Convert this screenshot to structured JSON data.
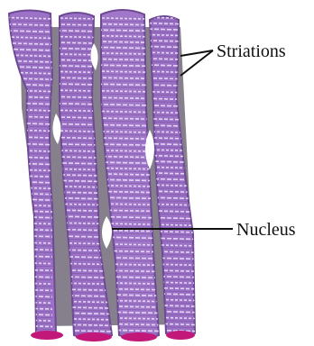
{
  "figure": {
    "subject": "striated muscle fibres",
    "labels": {
      "striations": "Striations",
      "nucleus": "Nucleus"
    }
  },
  "colors": {
    "fiber_fill": "#9c72c6",
    "fiber_dark": "#6d4a93",
    "striation_line": "#f1e7ff",
    "gap_dark": "#5d5566",
    "end_cap": "#c2187a",
    "nucleus": "#ffffff",
    "leader_line": "#111111"
  }
}
